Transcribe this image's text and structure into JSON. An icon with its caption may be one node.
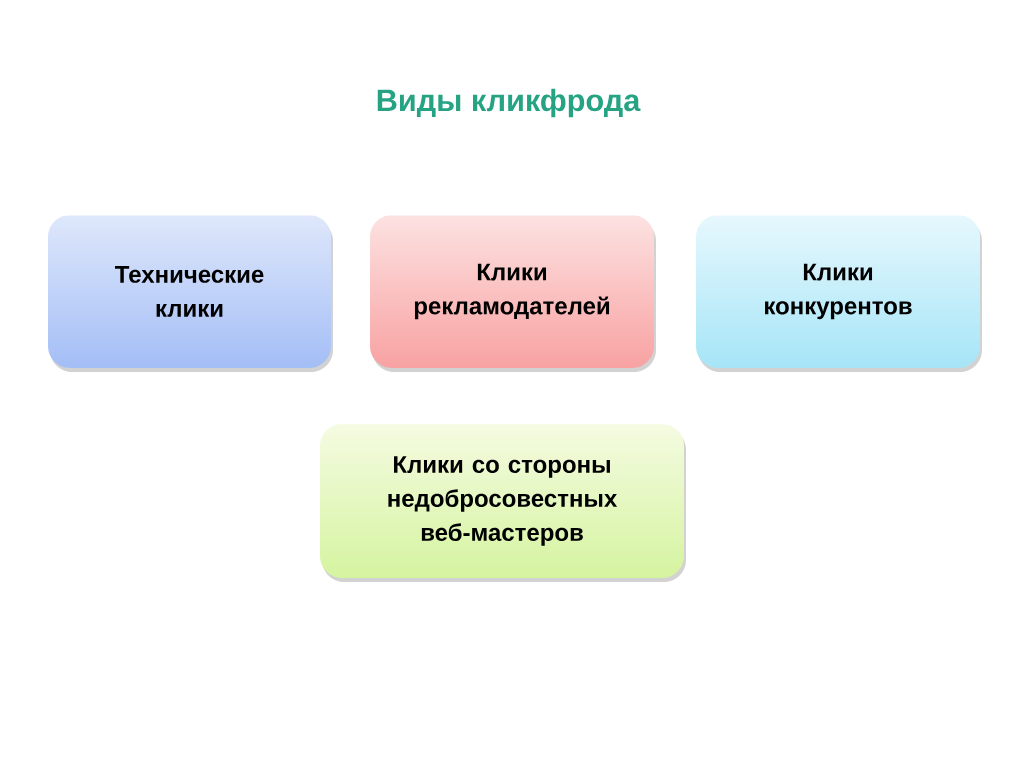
{
  "diagram": {
    "title": "Виды кликфрода",
    "nodes": [
      {
        "text": [
          "Технические клики"
        ]
      },
      {
        "text": [
          "Клики рекламодателей"
        ]
      },
      {
        "text": [
          "Клики конкурентов"
        ]
      },
      {
        "text": [
          "Клики со стороны недобросовестных веб-мастеров"
        ]
      }
    ]
  }
}
